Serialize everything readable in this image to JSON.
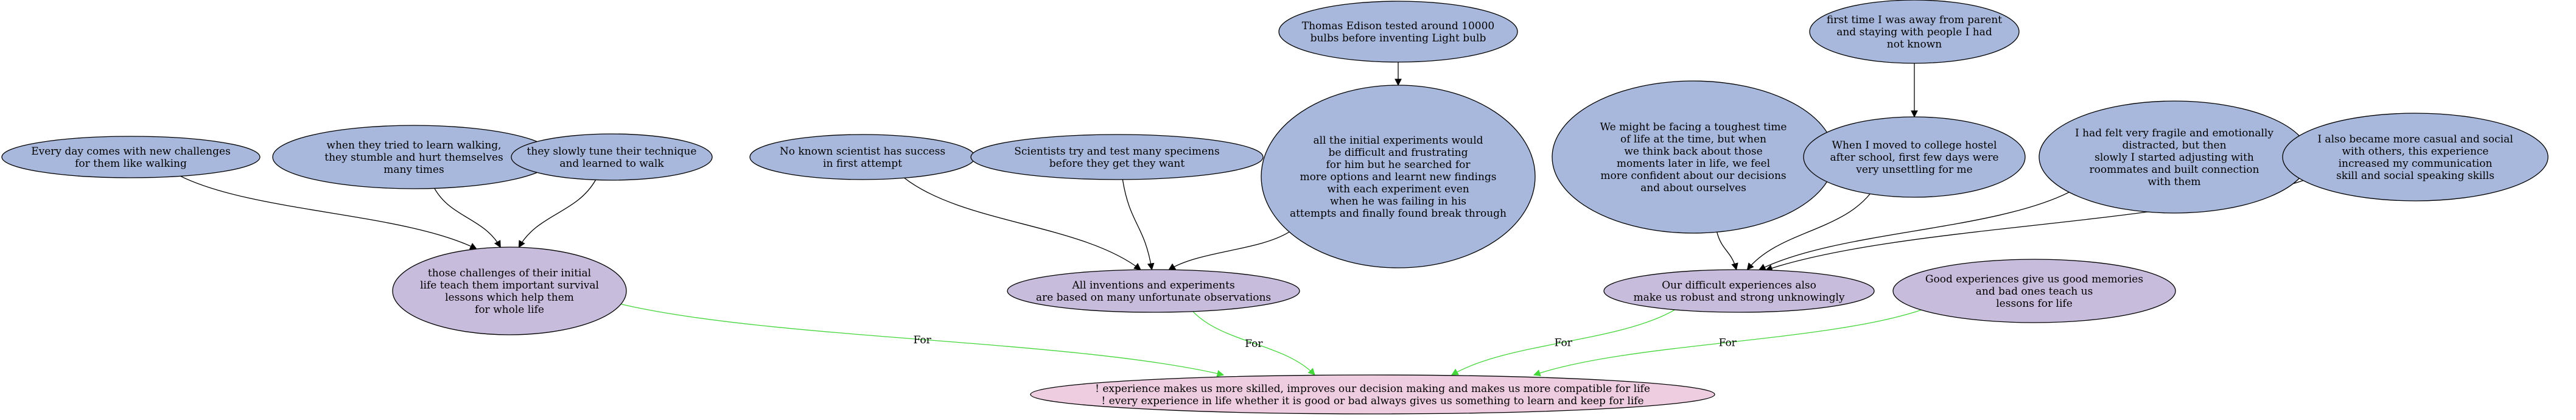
{
  "colors": {
    "evidence": "#a8b8dc",
    "reason": "#c8bcdc",
    "conclusion": "#efcde0",
    "support_edge": "#000000",
    "for_edge": "#44d63a"
  },
  "nodes": {
    "n1": {
      "role": "evidence",
      "lines": [
        "Every day comes with new challenges",
        "for them like walking"
      ]
    },
    "n2": {
      "role": "evidence",
      "lines": [
        "when they tried to learn walking,",
        "they stumble and hurt themselves",
        "many times"
      ]
    },
    "n3": {
      "role": "evidence",
      "lines": [
        "they slowly tune their technique",
        "and learned to walk"
      ]
    },
    "n4": {
      "role": "evidence",
      "lines": [
        "No known scientist has success",
        "in first attempt"
      ]
    },
    "n5": {
      "role": "evidence",
      "lines": [
        "Scientists try and test many specimens",
        "before they get they want"
      ]
    },
    "n6": {
      "role": "evidence",
      "lines": [
        "Thomas Edison tested around 10000",
        "bulbs before inventing Light bulb"
      ]
    },
    "n7": {
      "role": "evidence",
      "lines": [
        "all the initial experiments would",
        "be difficult and frustrating",
        "for him but he searched for",
        "more options and learnt new findings",
        "with each experiment even",
        "when he was failing in his",
        "attempts and finally found break through"
      ]
    },
    "n8": {
      "role": "evidence",
      "lines": [
        "We might be facing a toughest time",
        "of life at the time, but when",
        "we think back about those",
        "moments later in life, we feel",
        "more confident about our decisions",
        "and about ourselves"
      ]
    },
    "n9": {
      "role": "evidence",
      "lines": [
        "first time I was away from parent",
        "and staying with people I had",
        "not known"
      ]
    },
    "n10": {
      "role": "evidence",
      "lines": [
        "When I moved to college hostel",
        "after school, first few days were",
        "very unsettling for me"
      ]
    },
    "n11": {
      "role": "evidence",
      "lines": [
        "I had felt very fragile and emotionally",
        "distracted, but then",
        "slowly I started adjusting with",
        "roommates and built connection",
        "with them"
      ]
    },
    "n12": {
      "role": "evidence",
      "lines": [
        "I also became more casual and social",
        "with others, this experience",
        "increased my communication",
        "skill and social speaking skills"
      ]
    },
    "r1": {
      "role": "reason",
      "lines": [
        "those challenges of their initial",
        "life teach them important survival",
        "lessons which help them",
        "for whole life"
      ]
    },
    "r2": {
      "role": "reason",
      "lines": [
        "All inventions and experiments",
        "are based on many unfortunate observations"
      ]
    },
    "r3": {
      "role": "reason",
      "lines": [
        "Our difficult experiences also",
        "make us robust and strong unknowingly"
      ]
    },
    "r4": {
      "role": "reason",
      "lines": [
        "Good experiences give us good memories",
        "and bad ones teach us",
        "lessons for life"
      ]
    },
    "c1": {
      "role": "conclusion",
      "lines": [
        "! experience makes us more skilled, improves our decision making and makes us more compatible for life",
        "! every experience in life whether it is good or bad always gives us something to learn and keep for life"
      ]
    }
  },
  "edges": [
    {
      "from": "n1",
      "to": "r1",
      "kind": "support",
      "label": ""
    },
    {
      "from": "n2",
      "to": "r1",
      "kind": "support",
      "label": ""
    },
    {
      "from": "n3",
      "to": "r1",
      "kind": "support",
      "label": ""
    },
    {
      "from": "n4",
      "to": "r2",
      "kind": "support",
      "label": ""
    },
    {
      "from": "n5",
      "to": "r2",
      "kind": "support",
      "label": ""
    },
    {
      "from": "n6",
      "to": "n7",
      "kind": "support",
      "label": ""
    },
    {
      "from": "n7",
      "to": "r2",
      "kind": "support",
      "label": ""
    },
    {
      "from": "n8",
      "to": "r3",
      "kind": "support",
      "label": ""
    },
    {
      "from": "n9",
      "to": "n10",
      "kind": "support",
      "label": ""
    },
    {
      "from": "n10",
      "to": "r3",
      "kind": "support",
      "label": ""
    },
    {
      "from": "n11",
      "to": "r3",
      "kind": "support",
      "label": ""
    },
    {
      "from": "n12",
      "to": "r3",
      "kind": "support",
      "label": ""
    },
    {
      "from": "r1",
      "to": "c1",
      "kind": "for",
      "label": "For"
    },
    {
      "from": "r2",
      "to": "c1",
      "kind": "for",
      "label": "For"
    },
    {
      "from": "r3",
      "to": "c1",
      "kind": "for",
      "label": "For"
    },
    {
      "from": "r4",
      "to": "c1",
      "kind": "for",
      "label": "For"
    }
  ]
}
